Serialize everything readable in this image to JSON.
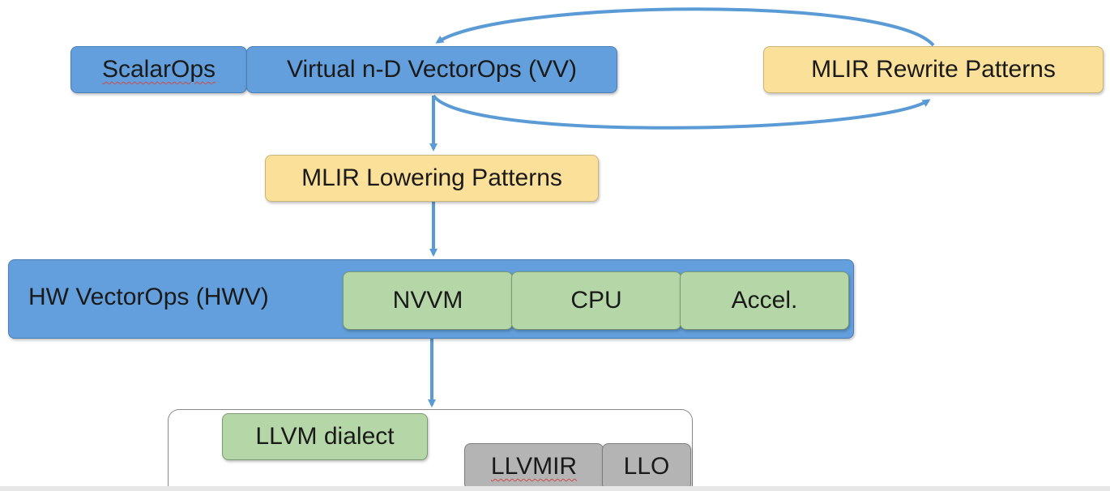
{
  "nodes": {
    "scalar_ops": "ScalarOps",
    "virtual_vector_ops": "Virtual n-D VectorOps (VV)",
    "mlir_rewrite_patterns": "MLIR Rewrite Patterns",
    "mlir_lowering_patterns": "MLIR Lowering Patterns",
    "hw_vector_ops": "HW VectorOps (HWV)",
    "nvvm": "NVVM",
    "cpu": "CPU",
    "accel": "Accel.",
    "llvm_dialect": "LLVM dialect",
    "llvmir": "LLVMIR",
    "llo": "LLO"
  },
  "colors": {
    "blue": "#629fdc",
    "yellow": "#fbe09a",
    "green": "#b5d7a8",
    "grey": "#b4b4b4",
    "arrow": "#5b9bd5"
  }
}
